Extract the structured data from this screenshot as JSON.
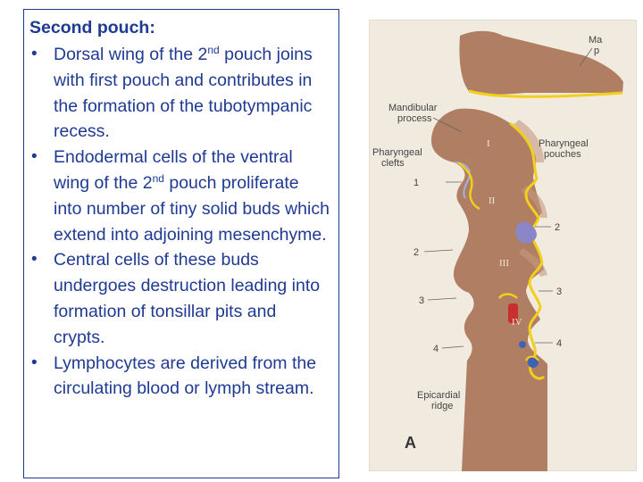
{
  "slide": {
    "heading": "Second pouch:",
    "bullets": [
      {
        "pre": "Dorsal wing of the 2",
        "sup": "nd",
        "post": " pouch joins with first pouch and contributes in the formation of the tubotympanic recess."
      },
      {
        "pre": "Endodermal cells of the ventral wing of the 2",
        "sup": "nd",
        "post": " pouch proliferate into number of tiny solid buds which extend into adjoining mesenchyme."
      },
      {
        "pre": "Central cells of these buds undergoes destruction leading into formation of tonsillar pits and crypts.",
        "sup": "",
        "post": ""
      },
      {
        "pre": "Lymphocytes are derived from the circulating blood or lymph stream.",
        "sup": "",
        "post": ""
      }
    ]
  },
  "figure": {
    "labels": {
      "top_right_1": "Ma",
      "top_right_2": "p",
      "mandibular_1": "Mandibular",
      "mandibular_2": "process",
      "pharyngeal_clefts_1": "Pharyngeal",
      "pharyngeal_clefts_2": "clefts",
      "pharyngeal_pouches_1": "Pharyngeal",
      "pharyngeal_pouches_2": "pouches",
      "epicardial_1": "Epicardial",
      "epicardial_2": "ridge",
      "panel": "A"
    },
    "arches": [
      "I",
      "II",
      "III",
      "IV"
    ],
    "cleft_numbers": [
      "1",
      "2",
      "3",
      "4"
    ],
    "pouch_numbers": [
      "2",
      "3",
      "4"
    ],
    "colors": {
      "tissue": "#b07e62",
      "endoderm": "#f2cf1a",
      "background": "#f1eadf",
      "pouch2_tonsil": "#8a86c8",
      "pouch3_parathyroid": "#c8302e"
    }
  }
}
